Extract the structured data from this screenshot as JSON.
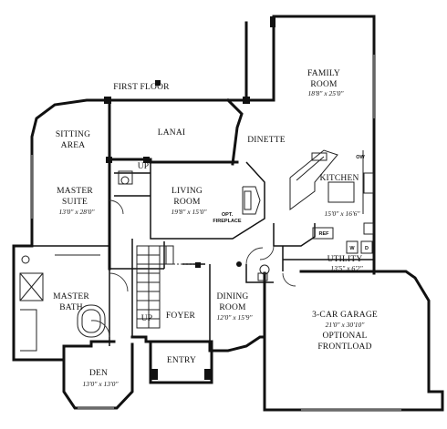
{
  "plan": {
    "floor_label": "FIRST FLOOR",
    "rooms": {
      "family_room": {
        "name_1": "FAMILY",
        "name_2": "ROOM",
        "dims": "18'8\" x 25'0\""
      },
      "lanai": {
        "name": "LANAI"
      },
      "dinette": {
        "name": "DINETTE"
      },
      "sitting_area": {
        "name_1": "SITTING",
        "name_2": "AREA"
      },
      "kitchen": {
        "name": "KITCHEN",
        "dims": "15'0\" x 16'6\""
      },
      "master_suite": {
        "name_1": "MASTER",
        "name_2": "SUITE",
        "dims": "13'0\" x 28'0\""
      },
      "living_room": {
        "name_1": "LIVING",
        "name_2": "ROOM",
        "dims": "19'8\" x 15'0\""
      },
      "fireplace": {
        "name_1": "OPT.",
        "name_2": "FIREPLACE"
      },
      "utility": {
        "name": "UTILITY",
        "dims": "13'5\" x 6'2\""
      },
      "master_bath": {
        "name_1": "MASTER",
        "name_2": "BATH"
      },
      "dining_room": {
        "name_1": "DINING",
        "name_2": "ROOM",
        "dims": "12'0\" x 15'9\""
      },
      "garage": {
        "name": "3-CAR GARAGE",
        "dims": "21'0\" x 30'10\"",
        "note_1": "OPTIONAL",
        "note_2": "FRONTLOAD"
      },
      "foyer": {
        "name": "FOYER"
      },
      "entry": {
        "name": "ENTRY"
      },
      "den": {
        "name": "DEN",
        "dims": "13'0\" x 13'0\""
      }
    },
    "stairs": {
      "up_1": "UP",
      "up_2": "UP"
    },
    "appliances": {
      "oven": "OW",
      "refrigerator": "REF",
      "washer": "W",
      "dryer": "D"
    }
  }
}
